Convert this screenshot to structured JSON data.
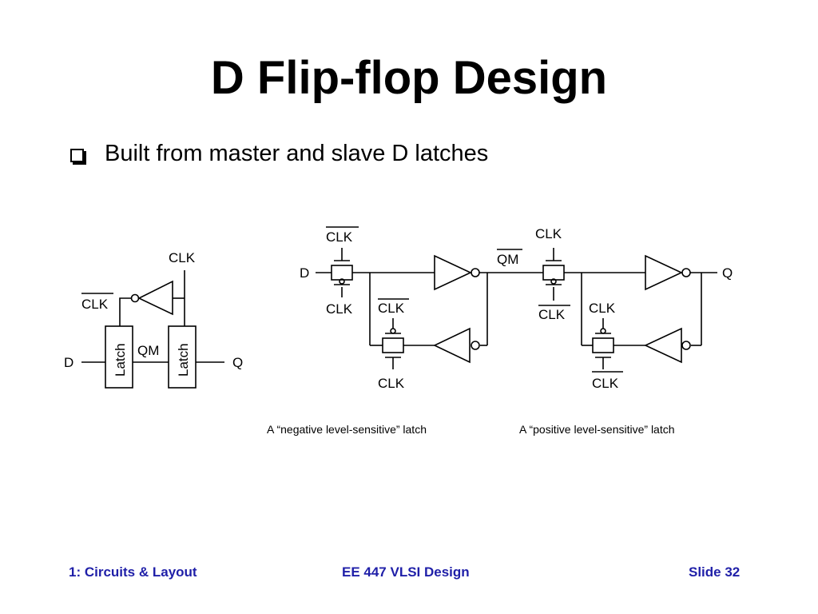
{
  "title": "D Flip-flop Design",
  "bullet": "Built from master and slave D latches",
  "block": {
    "d": "D",
    "q": "Q",
    "qm": "QM",
    "clk": "CLK",
    "clk_bar": "CLK",
    "latch1": "Latch",
    "latch2": "Latch"
  },
  "neg_latch": {
    "d": "D",
    "qm": "QM",
    "tg1_top": "CLK",
    "tg1_bottom": "CLK",
    "tg2_top": "CLK",
    "tg2_bottom": "CLK",
    "caption": "A “negative level-sensitive” latch"
  },
  "pos_latch": {
    "q": "Q",
    "tg1_top": "CLK",
    "tg1_bottom": "CLK",
    "tg2_top": "CLK",
    "tg2_bottom": "CLK",
    "caption": "A “positive level-sensitive” latch"
  },
  "footer": {
    "left": "1: Circuits & Layout",
    "center": "EE 447 VLSI Design",
    "right": "Slide 32"
  }
}
